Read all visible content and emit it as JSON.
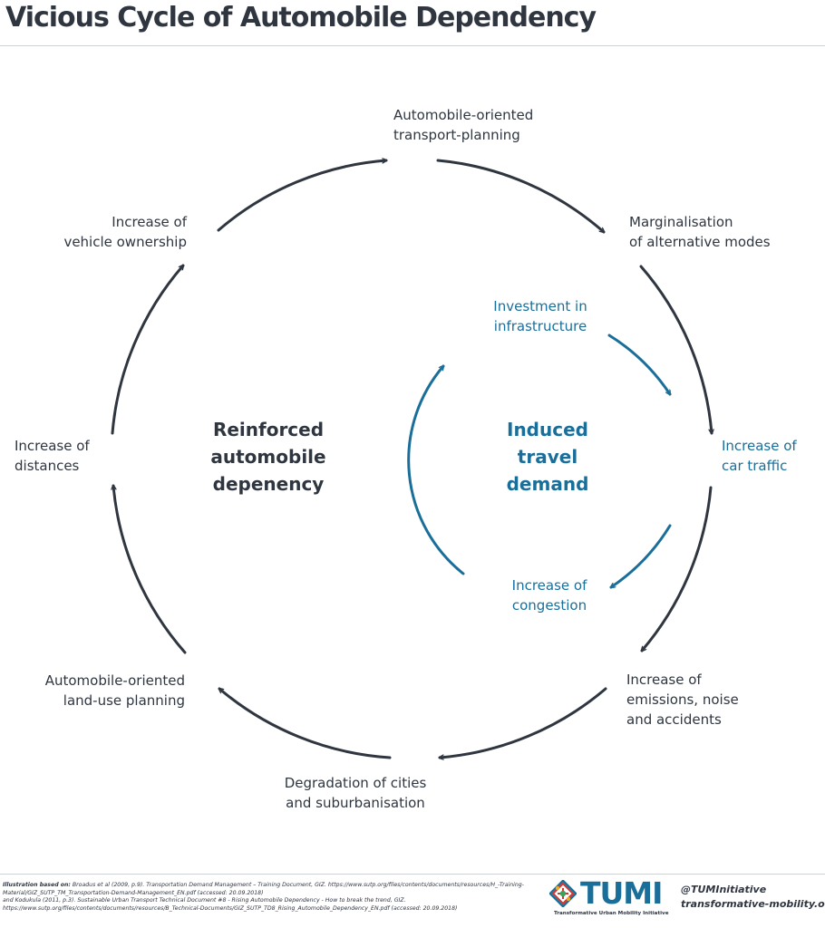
{
  "title": "Vicious Cycle of Automobile Dependency",
  "colors": {
    "dark": "#2f3640",
    "blue": "#1a6f9a"
  },
  "outer_cycle": [
    {
      "id": "planning",
      "lines": [
        "Automobile-oriented",
        "transport-planning"
      ]
    },
    {
      "id": "marginalisation",
      "lines": [
        "Marginalisation",
        "of alternative modes"
      ]
    },
    {
      "id": "car_traffic",
      "lines": [
        "Increase of",
        "car traffic"
      ]
    },
    {
      "id": "emissions",
      "lines": [
        "Increase of",
        "emissions, noise",
        "and accidents"
      ]
    },
    {
      "id": "degradation",
      "lines": [
        "Degradation of cities",
        "and suburbanisation"
      ]
    },
    {
      "id": "landuse",
      "lines": [
        "Automobile-oriented",
        "land-use planning"
      ]
    },
    {
      "id": "distances",
      "lines": [
        "Increase of",
        "distances"
      ]
    },
    {
      "id": "ownership",
      "lines": [
        "Increase of",
        "vehicle ownership"
      ]
    }
  ],
  "inner_cycle": [
    {
      "id": "infrastructure",
      "lines": [
        "Investment in",
        "infrastructure"
      ]
    },
    {
      "id": "congestion",
      "lines": [
        "Increase of",
        "congestion"
      ]
    }
  ],
  "center_left": [
    "Reinforced",
    "automobile",
    "depenency"
  ],
  "center_right": [
    "Induced",
    "travel",
    "demand"
  ],
  "footer": {
    "refs_prefix": "Illustration based on:",
    "ref1": "Broadus et al (2009, p.9). Transportation Demand Management – Training Document, GIZ. https://www.sutp.org/files/contents/documents/resources/H_-Training-Material/GIZ_SUTP_TM_Transportation-Demand-Management_EN.pdf (accessed: 20.09.2018)",
    "ref2": "and Kodukula (2011, p.3). Sustainable Urban Transport Technical Document #8 - Rising Automobile Dependency - How to break the trend, GIZ. https://www.sutp.org/files/contents/documents/resources/B_Technical-Documents/GIZ_SUTP_TD8_Rising_Automobile_Dependency_EN.pdf (accessed: 20.09.2018)",
    "logo_text": "TUMI",
    "logo_subtitle": "Transformative Urban Mobility Initiative",
    "twitter": "@TUMInitiative",
    "website": "transformative-mobility.org"
  }
}
